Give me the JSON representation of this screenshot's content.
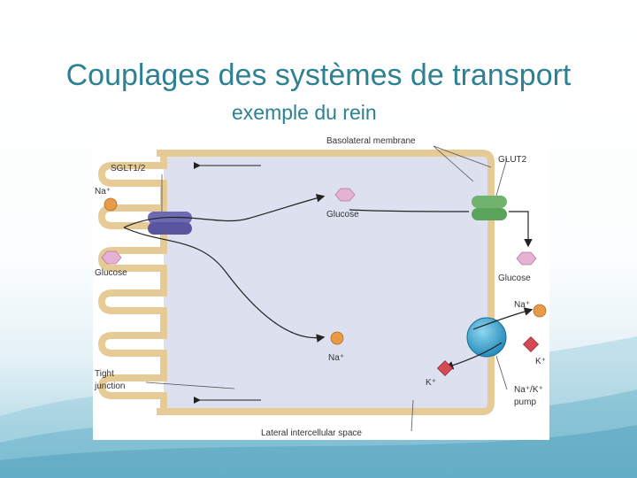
{
  "slide": {
    "title": "Couplages des systèmes de transport",
    "subtitle": "exemple du rein"
  },
  "diagram": {
    "labels": {
      "basolateral_membrane": "Basolateral membrane",
      "sglt": "SGLT1/2",
      "glut2": "GLUT2",
      "na_left": "Na⁺",
      "glucose_left": "Glucose",
      "glucose_center": "Glucose",
      "glucose_right": "Glucose",
      "na_center": "Na⁺",
      "na_right": "Na⁺",
      "k_right": "K⁺",
      "k_center": "K⁺",
      "tight_junction_line1": "Tight",
      "tight_junction_line2": "junction",
      "pump_line1": "Na⁺/K⁺",
      "pump_line2": "pump",
      "lateral_space": "Lateral intercellular space"
    },
    "colors": {
      "cell_interior": "#dde1ef",
      "membrane": "#e7cb96",
      "sglt": "#6e6ab2",
      "glut2": "#6fb36e",
      "pump": "#2a9cc8",
      "sodium": "#e79a48",
      "glucose": "#e6b2d3",
      "potassium": "#d24b54",
      "title": "#2e8192"
    }
  }
}
